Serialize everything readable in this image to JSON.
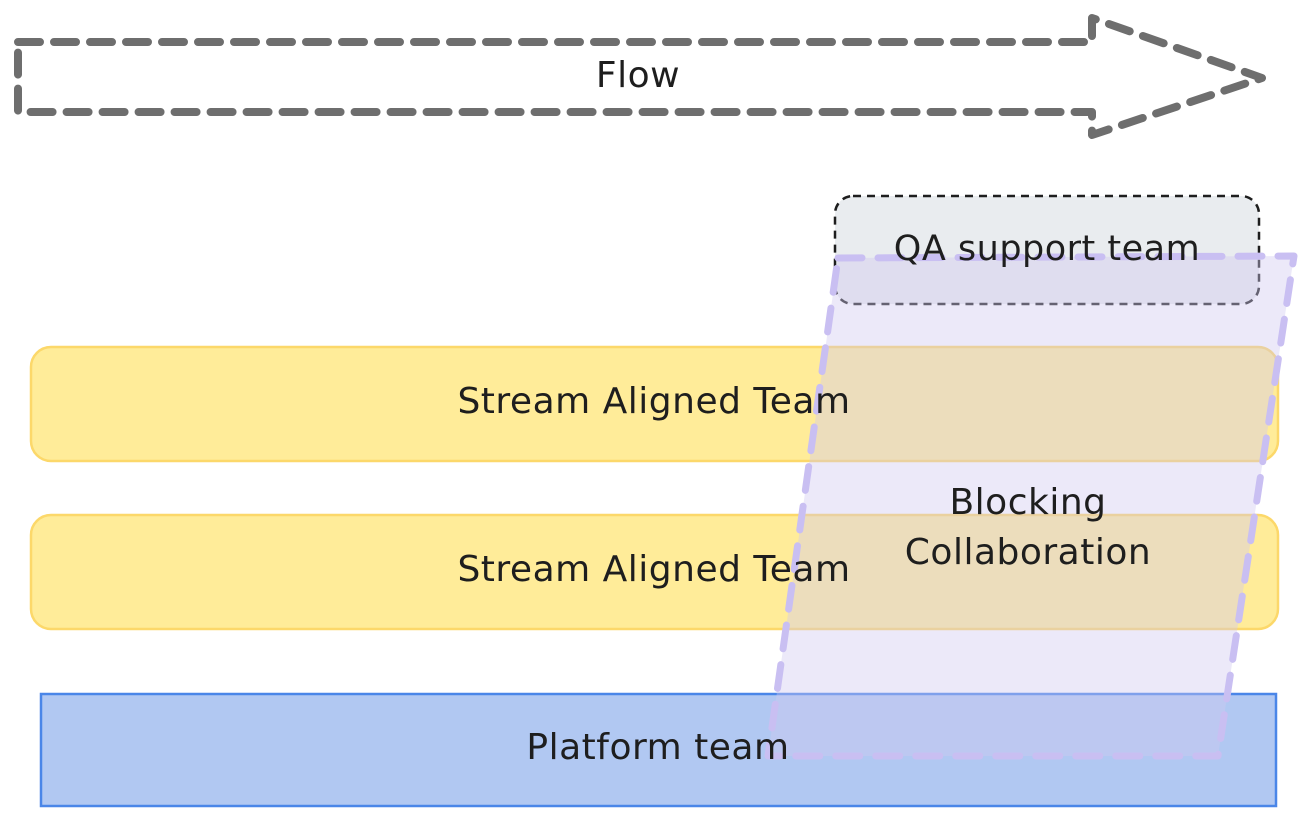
{
  "flow_arrow": {
    "label": "Flow"
  },
  "qa_team": {
    "label": "QA support team"
  },
  "stream_team_1": {
    "label": "Stream Aligned Team"
  },
  "stream_team_2": {
    "label": "Stream Aligned Team"
  },
  "platform_team": {
    "label": "Platform team"
  },
  "collaboration_zone": {
    "label_line1": "Blocking",
    "label_line2": "Collaboration"
  },
  "colors": {
    "stroke_gray": "#6e6e6e",
    "qa_fill": "#e9ecef",
    "qa_stroke": "#1e1e1e",
    "stream_fill": "#ffec99",
    "stream_stroke": "#fcd86a",
    "platform_fill": "#b1c8f2",
    "platform_stroke": "#4a86e8",
    "collab_fill": "#d0c8f0",
    "collab_stroke": "#c9bff2"
  }
}
